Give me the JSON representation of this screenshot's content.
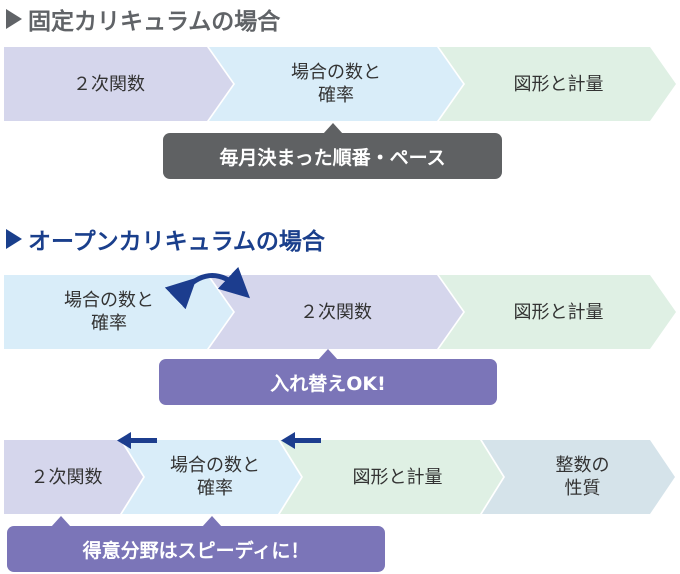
{
  "section_fixed": {
    "title": "固定カリキュラムの場合",
    "steps": [
      "２次関数",
      "場合の数と\n確率",
      "図形と計量"
    ],
    "callout": "毎月決まった順番・ペース"
  },
  "section_open": {
    "title": "オープンカリキュラムの場合",
    "row1": {
      "steps": [
        "場合の数と\n確率",
        "２次関数",
        "図形と計量"
      ],
      "callout": "入れ替えOK!"
    },
    "row2": {
      "steps": [
        "２次関数",
        "場合の数と\n確率",
        "図形と計量",
        "整数の\n性質"
      ],
      "callout": "得意分野はスピーディに！"
    }
  },
  "colors": {
    "purple_fill": "#d5d6ec",
    "blue_fill": "#d9edf9",
    "green_fill": "#dff0e4",
    "teal_fill": "#d5e3ea",
    "heading_gray": "#606367",
    "heading_navy": "#1a3f8c",
    "arrow_navy": "#1c3d8e"
  }
}
